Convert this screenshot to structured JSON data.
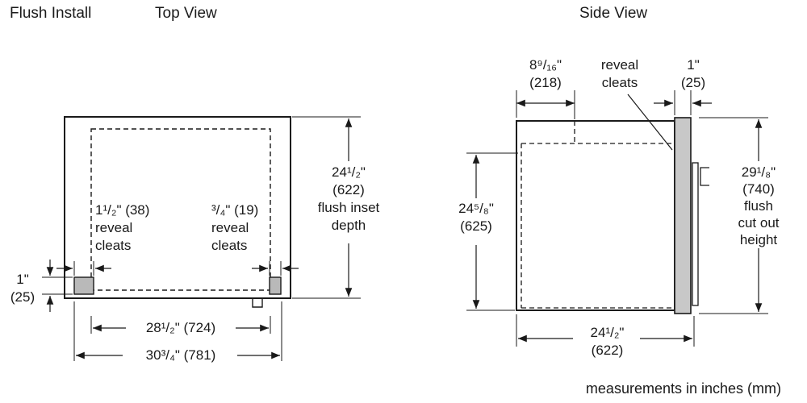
{
  "headers": {
    "title": "Flush Install",
    "top_view": "Top View",
    "side_view": "Side View"
  },
  "top_view": {
    "left_cleat": "1¹/₂\" (38)\nreveal\ncleats",
    "right_cleat": "³/₄\" (19)\nreveal\ncleats",
    "inset_depth": "24¹/₂\"\n(622)\nflush inset\ndepth",
    "cleat_height": "1\"\n(25)",
    "inner_width": "28¹/₂\" (724)",
    "outer_width": "30³/₄\" (781)"
  },
  "side_view": {
    "top_depth": "8⁹/₁₆\"\n(218)",
    "reveal_cleats": "reveal\ncleats",
    "door_thickness": "1\"\n(25)",
    "left_height": "24⁵/₈\"\n(625)",
    "cutout_height": "29¹/₈\"\n(740)\nflush\ncut out\nheight",
    "bottom_depth": "24¹/₂\"\n(622)"
  },
  "footer": "measurements in inches (mm)",
  "colors": {
    "line": "#1a1a1a",
    "cleat_fill": "#b9b9b9",
    "door_fill": "#c8c8c8",
    "background": "#ffffff"
  }
}
